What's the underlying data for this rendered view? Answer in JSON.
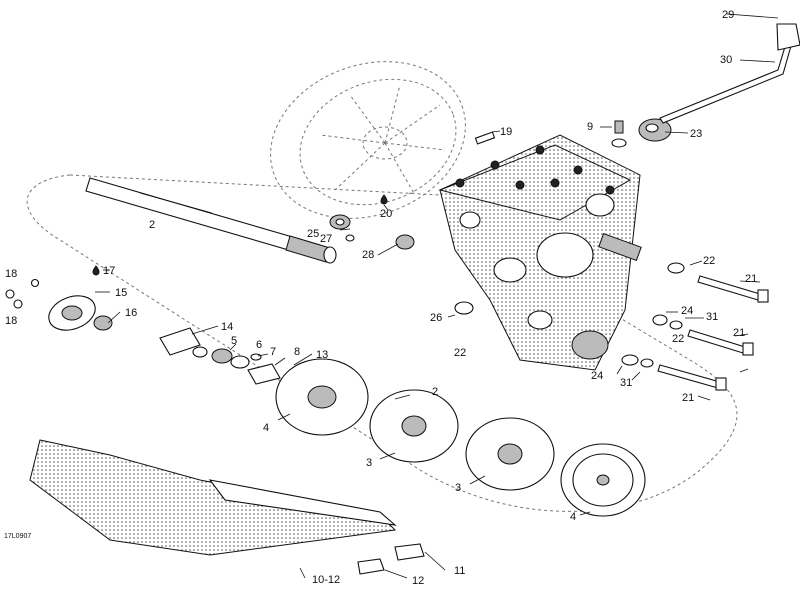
{
  "drawing_code": "17L0907",
  "callouts": [
    {
      "id": "c29",
      "text": "29"
    },
    {
      "id": "c30",
      "text": "30"
    },
    {
      "id": "c19",
      "text": "19"
    },
    {
      "id": "c9",
      "text": "9"
    },
    {
      "id": "c23",
      "text": "23"
    },
    {
      "id": "c20",
      "text": "20"
    },
    {
      "id": "c2a",
      "text": "2"
    },
    {
      "id": "c25",
      "text": "25"
    },
    {
      "id": "c27",
      "text": "27"
    },
    {
      "id": "c28",
      "text": "28"
    },
    {
      "id": "c18a",
      "text": "18"
    },
    {
      "id": "c17",
      "text": "17"
    },
    {
      "id": "c15",
      "text": "15"
    },
    {
      "id": "c18b",
      "text": "18"
    },
    {
      "id": "c16",
      "text": "16"
    },
    {
      "id": "c14",
      "text": "14"
    },
    {
      "id": "c5",
      "text": "5"
    },
    {
      "id": "c6",
      "text": "6"
    },
    {
      "id": "c7",
      "text": "7"
    },
    {
      "id": "c8",
      "text": "8"
    },
    {
      "id": "c13",
      "text": "13"
    },
    {
      "id": "c22a",
      "text": "22"
    },
    {
      "id": "c21a",
      "text": "21"
    },
    {
      "id": "c26",
      "text": "26"
    },
    {
      "id": "c24a",
      "text": "24"
    },
    {
      "id": "c31a",
      "text": "31"
    },
    {
      "id": "c21b",
      "text": "21"
    },
    {
      "id": "c22b",
      "text": "22"
    },
    {
      "id": "c22c",
      "text": "22"
    },
    {
      "id": "c24b",
      "text": "24"
    },
    {
      "id": "c31b",
      "text": "31"
    },
    {
      "id": "c21c",
      "text": "21"
    },
    {
      "id": "c4a",
      "text": "4"
    },
    {
      "id": "c2b",
      "text": "2"
    },
    {
      "id": "c3a",
      "text": "3"
    },
    {
      "id": "c3b",
      "text": "3"
    },
    {
      "id": "c4b",
      "text": "4"
    },
    {
      "id": "c11",
      "text": "11"
    },
    {
      "id": "c1012",
      "text": "10-12"
    },
    {
      "id": "c12",
      "text": "12"
    }
  ]
}
